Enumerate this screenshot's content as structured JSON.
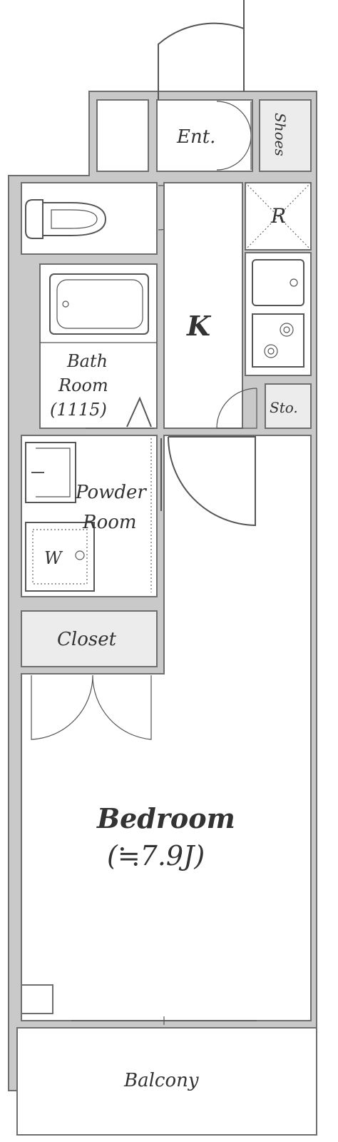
{
  "rooms": {
    "entrance": "Ent.",
    "shoes": "Shoes",
    "refrigerator": "R",
    "kitchen": "K",
    "bath_line1": "Bath",
    "bath_line2": "Room",
    "bath_line3": "(1115)",
    "storage": "Sto.",
    "powder_line1": "Powder",
    "powder_line2": "Room",
    "washer": "W",
    "closet": "Closet",
    "bedroom": "Bedroom",
    "bedroom_size": "(≒7.9J)",
    "balcony": "Balcony"
  },
  "colors": {
    "wall": "#c9c9c9",
    "outline": "#6e6e6e",
    "storage_fill": "#ececec",
    "text": "#333333"
  }
}
